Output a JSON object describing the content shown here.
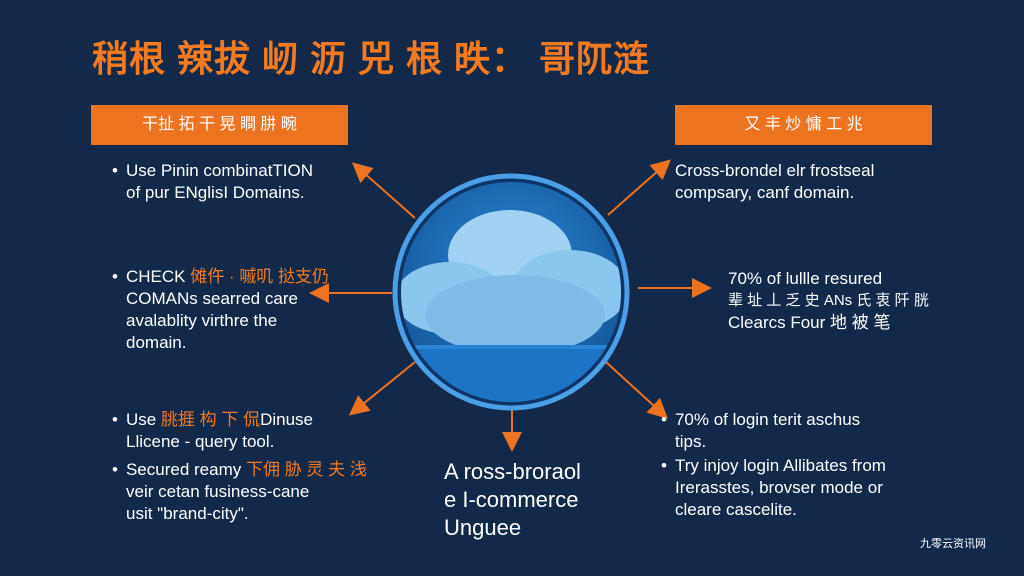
{
  "title": "稍根 辣拔 屻 沥 兕 根 昳：  哥阢涟",
  "left_box": "干扯 拓 干 晃 瞷 肼 畹",
  "right_box": "又 丰 炒 慵 工 兆",
  "left_items": [
    {
      "bullet": true,
      "lines": [
        "Use Pinin combinatTION",
        "of pur ENglisI Domains."
      ]
    },
    {
      "bullet": true,
      "lines": [
        "CHECK",
        "COMANs searred care",
        "avalablity virthre the",
        "domain."
      ],
      "orange": "傩仵 · 嘁叽 挞支仍"
    },
    {
      "bullet": true,
      "lines": [
        "Use",
        "Llicene - query tool."
      ],
      "orange": "朓捱 构 下 侃",
      "tail": "Dinuse"
    },
    {
      "bullet": true,
      "lines": [
        "Secured reamy",
        "veir cetan fusiness-cane",
        "usit \"brand-city\"."
      ],
      "orange": "下佣 胁 灵 夫 浅"
    }
  ],
  "right_items": [
    {
      "bullet": false,
      "lines": [
        "Cross-brondel elr frostseal",
        "compsary, canf domain."
      ]
    },
    {
      "bullet": false,
      "lines": [
        "70% of lullle resured",
        "辈 址 丄 乏 史 ANs 氏 衷 阡 胱",
        "Clearcs Four 地 被 笔"
      ]
    },
    {
      "bullet": true,
      "lines": [
        "70% of login terit aschus",
        "tips."
      ]
    },
    {
      "bullet": true,
      "lines": [
        "Try injoy login Allibates from",
        "Irerasstes, brovser mode or",
        "cleare cascelite."
      ]
    }
  ],
  "center_label": [
    "A ross-broraol",
    "e I-commerce",
    "Unguee"
  ],
  "watermark": "九零云资讯网",
  "colors": {
    "background": "#13294a",
    "accent": "#ee7320",
    "circle_ring": "#4a9fe6",
    "circle_fill": "#1d6fb8"
  },
  "icons": [
    "cloud-icon"
  ]
}
